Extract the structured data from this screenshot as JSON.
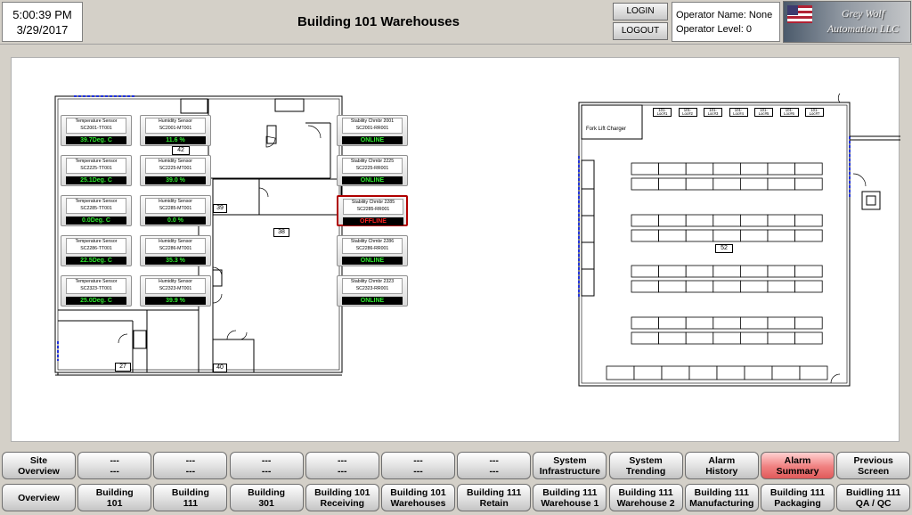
{
  "header": {
    "time": "5:00:39 PM",
    "date": "3/29/2017",
    "title": "Building 101 Warehouses",
    "login_label": "LOGIN",
    "logout_label": "LOGOUT",
    "operator_name": "Operator Name: None",
    "operator_level": "Operator Level:  0",
    "logo_line1": "Grey Wolf",
    "logo_line2": "Automation LLC"
  },
  "sensors": {
    "temperature": [
      {
        "type": "Temperature Sensor",
        "id": "SC2001-TT001",
        "value": "39.7Deg. C"
      },
      {
        "type": "Temperature Sensor",
        "id": "SC2225-TT001",
        "value": "25.1Deg. C"
      },
      {
        "type": "Temperature Sensor",
        "id": "SC2285-TT001",
        "value": "0.0Deg. C"
      },
      {
        "type": "Temperature Sensor",
        "id": "SC2286-TT001",
        "value": "22.5Deg. C"
      },
      {
        "type": "Temperature Sensor",
        "id": "SC2323-TT001",
        "value": "25.0Deg. C"
      }
    ],
    "humidity": [
      {
        "type": "Humidity Sensor",
        "id": "SC2001-MT001",
        "value": "11.6   %"
      },
      {
        "type": "Humidity Sensor",
        "id": "SC2225-MT001",
        "value": "39.0   %"
      },
      {
        "type": "Humidity Sensor",
        "id": "SC2285-MT001",
        "value": "0.0   %"
      },
      {
        "type": "Humidity Sensor",
        "id": "SC2286-MT001",
        "value": "35.3   %"
      },
      {
        "type": "Humidity Sensor",
        "id": "SC2323-MT001",
        "value": "39.9   %"
      }
    ],
    "stability": [
      {
        "type": "Stability Chmbr 2001",
        "id": "SC2001-RR001",
        "value": "ONLINE",
        "status": "online"
      },
      {
        "type": "Stability Chmbr 2225",
        "id": "SC2225-RR001",
        "value": "ONLINE",
        "status": "online"
      },
      {
        "type": "Stability Chmbr 2285",
        "id": "SC2285-RR001",
        "value": "OFFLINE",
        "status": "offline"
      },
      {
        "type": "Stability Chmbr 2286",
        "id": "SC2286-RR001",
        "value": "ONLINE",
        "status": "online"
      },
      {
        "type": "Stability Chmbr 2323",
        "id": "SC2323-RR001",
        "value": "ONLINE",
        "status": "online"
      }
    ]
  },
  "floorplan": {
    "rooms_left": {
      "r42": "42",
      "r39": "39",
      "r38": "38",
      "r27": "27",
      "r40": "40"
    },
    "room_right": "52",
    "fork_label": "Fork Lift Charger",
    "locks": [
      {
        "top": "101-",
        "bottom": "Loc#1"
      },
      {
        "top": "101-",
        "bottom": "Loc#2"
      },
      {
        "top": "101-",
        "bottom": "Loc#3"
      },
      {
        "top": "101-",
        "bottom": "Loc#4"
      },
      {
        "top": "101-",
        "bottom": "Loc#5"
      },
      {
        "top": "101-",
        "bottom": "Loc#6"
      },
      {
        "top": "101-",
        "bottom": "Loc#7"
      }
    ]
  },
  "nav": {
    "row1": [
      {
        "l1": "Site",
        "l2": "Overview"
      },
      {
        "l1": "---",
        "l2": "---"
      },
      {
        "l1": "---",
        "l2": "---"
      },
      {
        "l1": "---",
        "l2": "---"
      },
      {
        "l1": "---",
        "l2": "---"
      },
      {
        "l1": "---",
        "l2": "---"
      },
      {
        "l1": "---",
        "l2": "---"
      },
      {
        "l1": "System",
        "l2": "Infrastructure"
      },
      {
        "l1": "System",
        "l2": "Trending"
      },
      {
        "l1": "Alarm",
        "l2": "History"
      },
      {
        "l1": "Alarm",
        "l2": "Summary",
        "active": true
      },
      {
        "l1": "Previous",
        "l2": "Screen"
      }
    ],
    "row2": [
      {
        "l1": "Overview",
        "l2": ""
      },
      {
        "l1": "Building",
        "l2": "101"
      },
      {
        "l1": "Building",
        "l2": "111"
      },
      {
        "l1": "Building",
        "l2": "301"
      },
      {
        "l1": "Building 101",
        "l2": "Receiving"
      },
      {
        "l1": "Building 101",
        "l2": "Warehouses"
      },
      {
        "l1": "Building 111",
        "l2": "Retain"
      },
      {
        "l1": "Building 111",
        "l2": "Warehouse 1"
      },
      {
        "l1": "Building 111",
        "l2": "Warehouse 2"
      },
      {
        "l1": "Building 111",
        "l2": "Manufacturing"
      },
      {
        "l1": "Building 111",
        "l2": "Packaging"
      },
      {
        "l1": "Buidling 111",
        "l2": "QA / QC"
      }
    ]
  },
  "colors": {
    "online": "#2ee62e",
    "offline": "#ff2020",
    "active_button": "#f08080",
    "background": "#d4d0c8"
  }
}
